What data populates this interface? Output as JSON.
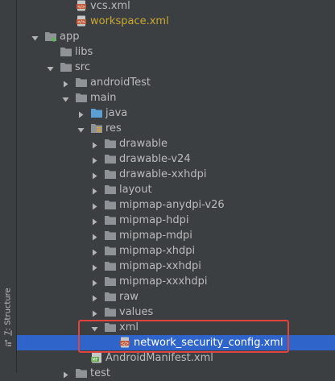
{
  "side_panel": {
    "structure_shortcut": "7",
    "structure_label": ": Structure"
  },
  "tree": [
    {
      "label": "vcs.xml",
      "icon": "xml-file-icon",
      "depth": 3,
      "arrow": "none"
    },
    {
      "label": "workspace.xml",
      "icon": "xml-file-icon",
      "depth": 3,
      "arrow": "none",
      "color": "#c9a832"
    },
    {
      "label": "app",
      "icon": "module-folder-icon",
      "depth": 1,
      "arrow": "open"
    },
    {
      "label": "libs",
      "icon": "folder-icon",
      "depth": 2,
      "arrow": "none"
    },
    {
      "label": "src",
      "icon": "folder-icon",
      "depth": 2,
      "arrow": "open"
    },
    {
      "label": "androidTest",
      "icon": "folder-icon",
      "depth": 3,
      "arrow": "closed"
    },
    {
      "label": "main",
      "icon": "folder-icon",
      "depth": 3,
      "arrow": "open"
    },
    {
      "label": "java",
      "icon": "source-folder-icon",
      "depth": 4,
      "arrow": "closed"
    },
    {
      "label": "res",
      "icon": "resource-folder-icon",
      "depth": 4,
      "arrow": "open"
    },
    {
      "label": "drawable",
      "icon": "folder-icon",
      "depth": 5,
      "arrow": "closed"
    },
    {
      "label": "drawable-v24",
      "icon": "folder-icon",
      "depth": 5,
      "arrow": "closed"
    },
    {
      "label": "drawable-xxhdpi",
      "icon": "folder-icon",
      "depth": 5,
      "arrow": "closed"
    },
    {
      "label": "layout",
      "icon": "folder-icon",
      "depth": 5,
      "arrow": "closed"
    },
    {
      "label": "mipmap-anydpi-v26",
      "icon": "folder-icon",
      "depth": 5,
      "arrow": "closed"
    },
    {
      "label": "mipmap-hdpi",
      "icon": "folder-icon",
      "depth": 5,
      "arrow": "closed"
    },
    {
      "label": "mipmap-mdpi",
      "icon": "folder-icon",
      "depth": 5,
      "arrow": "closed"
    },
    {
      "label": "mipmap-xhdpi",
      "icon": "folder-icon",
      "depth": 5,
      "arrow": "closed"
    },
    {
      "label": "mipmap-xxhdpi",
      "icon": "folder-icon",
      "depth": 5,
      "arrow": "closed"
    },
    {
      "label": "mipmap-xxxhdpi",
      "icon": "folder-icon",
      "depth": 5,
      "arrow": "closed"
    },
    {
      "label": "raw",
      "icon": "folder-icon",
      "depth": 5,
      "arrow": "closed"
    },
    {
      "label": "values",
      "icon": "folder-icon",
      "depth": 5,
      "arrow": "closed"
    },
    {
      "label": "xml",
      "icon": "folder-icon",
      "depth": 5,
      "arrow": "open"
    },
    {
      "label": "network_security_config.xml",
      "icon": "xml-file-icon",
      "depth": 6,
      "arrow": "none",
      "selected": true
    },
    {
      "label": "AndroidManifest.xml",
      "icon": "manifest-file-icon",
      "depth": 4,
      "arrow": "none"
    },
    {
      "label": "test",
      "icon": "folder-icon",
      "depth": 3,
      "arrow": "closed"
    }
  ],
  "colors": {
    "background": "#3c3f41",
    "selection": "#2f65ca",
    "highlight_box": "#e0443e",
    "modified_file_text": "#c9a832"
  }
}
